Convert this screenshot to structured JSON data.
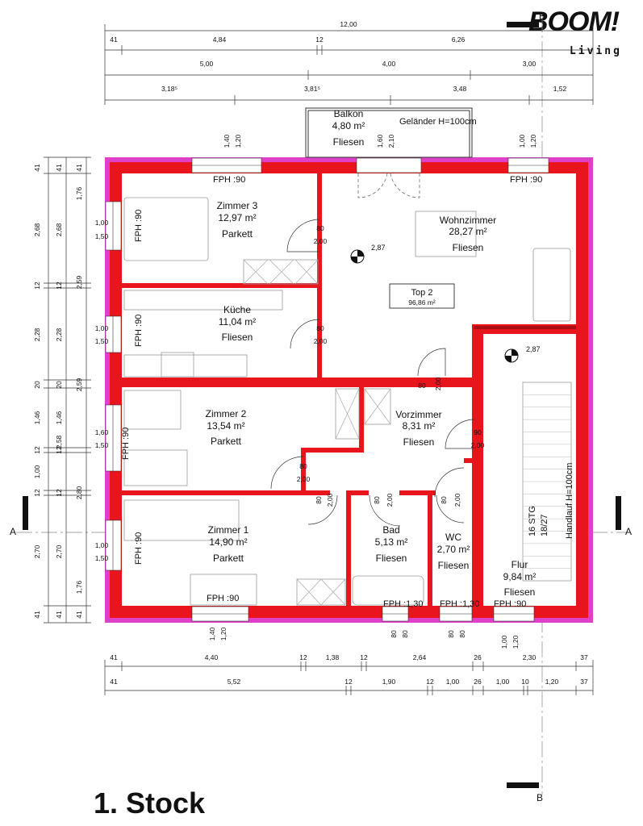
{
  "brand": {
    "name": "BOOM!",
    "sub": "Living"
  },
  "floor_title": "1. Stock",
  "section_marks": {
    "a": "A",
    "b": "B"
  },
  "dims_top": {
    "row1_total": "12,00",
    "row2": [
      "41",
      "4,84",
      "12",
      "6,26"
    ],
    "row3": [
      "5,00",
      "4,00",
      "3,00"
    ],
    "row4": [
      "3,18⁵",
      "3,81⁵",
      "3,48",
      "1,52"
    ]
  },
  "dims_bottom": {
    "row1": [
      "41",
      "4,40",
      "12",
      "1,38",
      "12",
      "2,64",
      "26",
      "2,30",
      "37"
    ],
    "row2": [
      "41",
      "5,52",
      "12",
      "1,90",
      "12",
      "1,00",
      "26",
      "1,00",
      "10",
      "1,20",
      "37"
    ]
  },
  "dims_left": {
    "outer": [
      "41",
      "1,76",
      "2,59",
      "2,59",
      "2,80",
      "1,76",
      "41"
    ],
    "middle": [
      "41",
      "2,68",
      "12",
      "2,28",
      "20",
      "1,46",
      "12",
      "2,58",
      "12",
      "2,70",
      "41"
    ],
    "inner": [
      "41",
      "2,68",
      "12",
      "2,28",
      "20",
      "1,46",
      "12",
      "1,00",
      "12",
      "2,70",
      "41"
    ]
  },
  "rooms": [
    {
      "id": "balkon",
      "name": "Balkon",
      "area": "4,80 m²",
      "floor": "Fliesen"
    },
    {
      "id": "zimmer3",
      "name": "Zimmer 3",
      "area": "12,97 m²",
      "floor": "Parkett"
    },
    {
      "id": "wohnzimmer",
      "name": "Wohnzimmer",
      "area": "28,27 m²",
      "floor": "Fliesen"
    },
    {
      "id": "kueche",
      "name": "Küche",
      "area": "11,04 m²",
      "floor": "Fliesen"
    },
    {
      "id": "zimmer2",
      "name": "Zimmer 2",
      "area": "13,54 m²",
      "floor": "Parkett"
    },
    {
      "id": "vorzimmer",
      "name": "Vorzimmer",
      "area": "8,31 m²",
      "floor": "Fliesen"
    },
    {
      "id": "zimmer1",
      "name": "Zimmer 1",
      "area": "14,90 m²",
      "floor": "Parkett"
    },
    {
      "id": "bad",
      "name": "Bad",
      "area": "5,13 m²",
      "floor": "Fliesen"
    },
    {
      "id": "wc",
      "name": "WC",
      "area": "2,70 m²",
      "floor": "Fliesen"
    },
    {
      "id": "flur",
      "name": "Flur",
      "area": "9,84 m²",
      "floor": "Fliesen"
    }
  ],
  "top_box": {
    "label": "Top 2",
    "area": "96,86 m²"
  },
  "annotations": {
    "gelaender": "Geländer H=100cm",
    "balcony_door": [
      "1,60",
      "2,10"
    ],
    "window_top_left": [
      "1,40",
      "1,20"
    ],
    "window_top_right": [
      "1,00",
      "1,20"
    ],
    "window_bottom_left": [
      "1,40",
      "1,20"
    ],
    "window_bottom_right": [
      "1,00",
      "1,20"
    ],
    "bath_windows": [
      "80",
      "80",
      "80",
      "80"
    ],
    "fph_90": "FPH :90",
    "fph_130": "FPH :1,30",
    "side_window": [
      "1,00",
      "1,50"
    ],
    "side_window_2": [
      "1,60",
      "1,50"
    ],
    "level_1": "2,87",
    "level_2": "2,87",
    "stairs": [
      "16 STG",
      "18/27",
      "Handlauf H=100cm"
    ],
    "door_80": "80",
    "door_90": "90",
    "door_height": "2,00"
  },
  "colors": {
    "wall": "#e8151c",
    "outer": "#e040c8",
    "dark": "#6b0a0a"
  }
}
